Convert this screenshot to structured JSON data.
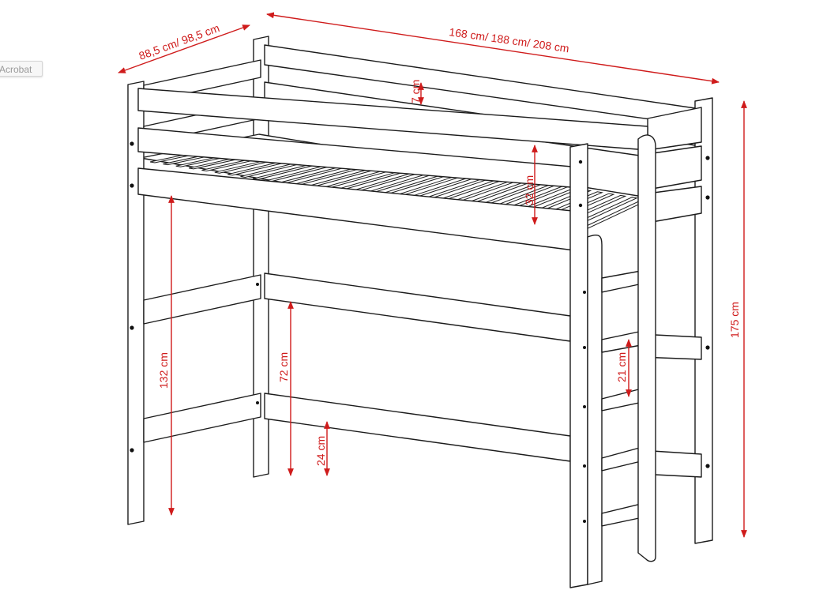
{
  "overlay": {
    "tooltip_label": "Acrobat"
  },
  "dimensions": {
    "width": "88,5 cm/ 98,5 cm",
    "length": "168 cm/ 188 cm/ 208 cm",
    "total_height": "175 cm",
    "under_bed_height": "132 cm",
    "guard_height": "32 cm",
    "rail_gap": "7 cm",
    "lower_rail_height": "72 cm",
    "bottom_rail_height": "24 cm",
    "ladder_step": "21 cm"
  },
  "colors": {
    "dimension": "#cf1b1b",
    "outline": "#1c1c1c"
  }
}
